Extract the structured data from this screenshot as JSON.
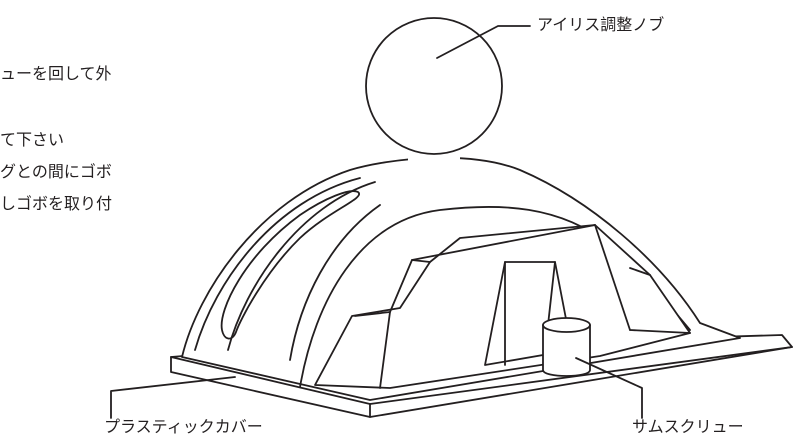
{
  "instructions": [
    "ューを回して外",
    "て下さい",
    "グとの間にゴボ",
    "しゴボを取り付"
  ],
  "labels": {
    "iris_knob": "アイリス調整ノブ",
    "plastic_cover": "プラスティックカバー",
    "thumb_screw": "サムスクリュー"
  },
  "colors": {
    "line": "#231f20",
    "background": "#ffffff"
  }
}
